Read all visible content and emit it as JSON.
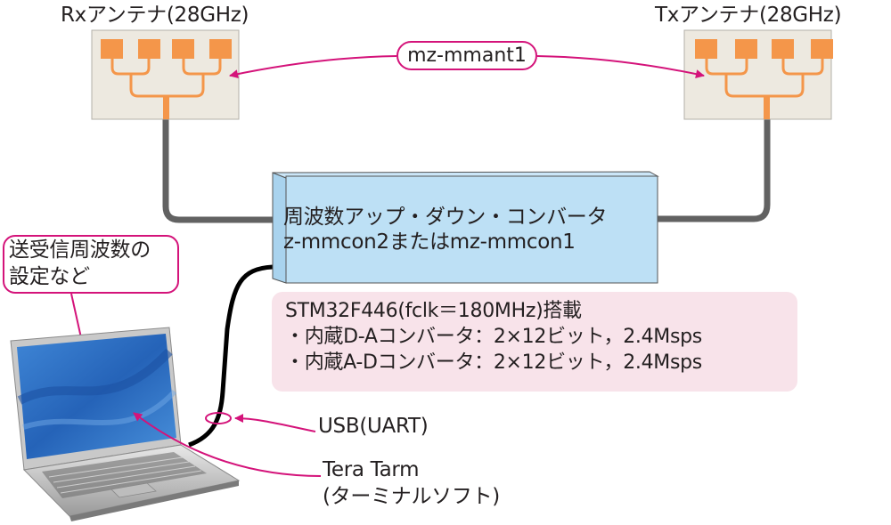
{
  "rx_antenna": {
    "title": "Rxアンテナ(28GHz)",
    "icon": "patch-array-antenna-icon"
  },
  "tx_antenna": {
    "title": "Txアンテナ(28GHz)",
    "icon": "patch-array-antenna-icon"
  },
  "antenna_link": {
    "label": "mz-mmant1"
  },
  "converter": {
    "lines": [
      "周波数アップ・ダウン・コンバータ",
      "z-mmcon2またはmz-mmcon1"
    ]
  },
  "spec": {
    "lines": [
      "STM32F446(fclk＝180MHz)搭載",
      "・内蔵D-Aコンバータ：2×12ビット，2.4Msps",
      "・内蔵A-Dコンバータ：2×12ビット，2.4Msps"
    ]
  },
  "callout": {
    "lines": [
      "送受信周波数の",
      "設定など"
    ]
  },
  "usb": {
    "label": "USB(UART)"
  },
  "terminal": {
    "lines": [
      "Tera Tarm",
      "(ターミナルソフト)"
    ]
  },
  "colors": {
    "accent": "#d4137a",
    "antenna_orange": "#f4964a",
    "antenna_panel": "#ede9e0",
    "cable_gray": "#626262",
    "converter_fill": "#bde0f5",
    "spec_fill": "#f8e3ea",
    "screen_blue": "#2e6fc4"
  }
}
